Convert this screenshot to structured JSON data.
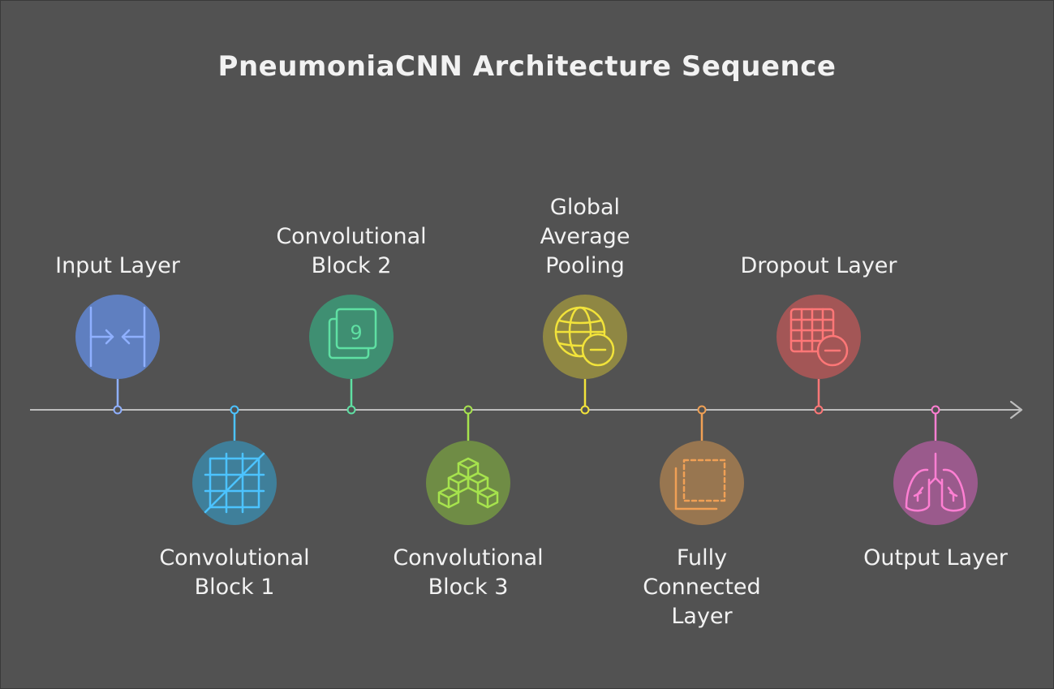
{
  "title": "PneumoniaCNN Architecture Sequence",
  "steps": [
    {
      "label": "Input Layer",
      "icon": "arrows-inward-icon",
      "color": "#5f7fc0",
      "accent": "#8fb0ff"
    },
    {
      "label": "Convolutional\nBlock 1",
      "icon": "grid-slash-icon",
      "color": "#3f7f9a",
      "accent": "#4cc3ff"
    },
    {
      "label": "Convolutional\nBlock 2",
      "icon": "stacked-nine-icon",
      "color": "#3f8f72",
      "accent": "#5fe0a3"
    },
    {
      "label": "Convolutional\nBlock 3",
      "icon": "cubes-icon",
      "color": "#6f8c45",
      "accent": "#a6e34d"
    },
    {
      "label": "Global\nAverage\nPooling",
      "icon": "globe-minus-icon",
      "color": "#8f8743",
      "accent": "#f2e33a"
    },
    {
      "label": "Fully\nConnected\nLayer",
      "icon": "dashed-square-icon",
      "color": "#987650",
      "accent": "#f0a055"
    },
    {
      "label": "Dropout Layer",
      "icon": "table-minus-icon",
      "color": "#a35656",
      "accent": "#ff7777"
    },
    {
      "label": "Output Layer",
      "icon": "lungs-icon",
      "color": "#9a5a8c",
      "accent": "#ff7fd3"
    }
  ]
}
